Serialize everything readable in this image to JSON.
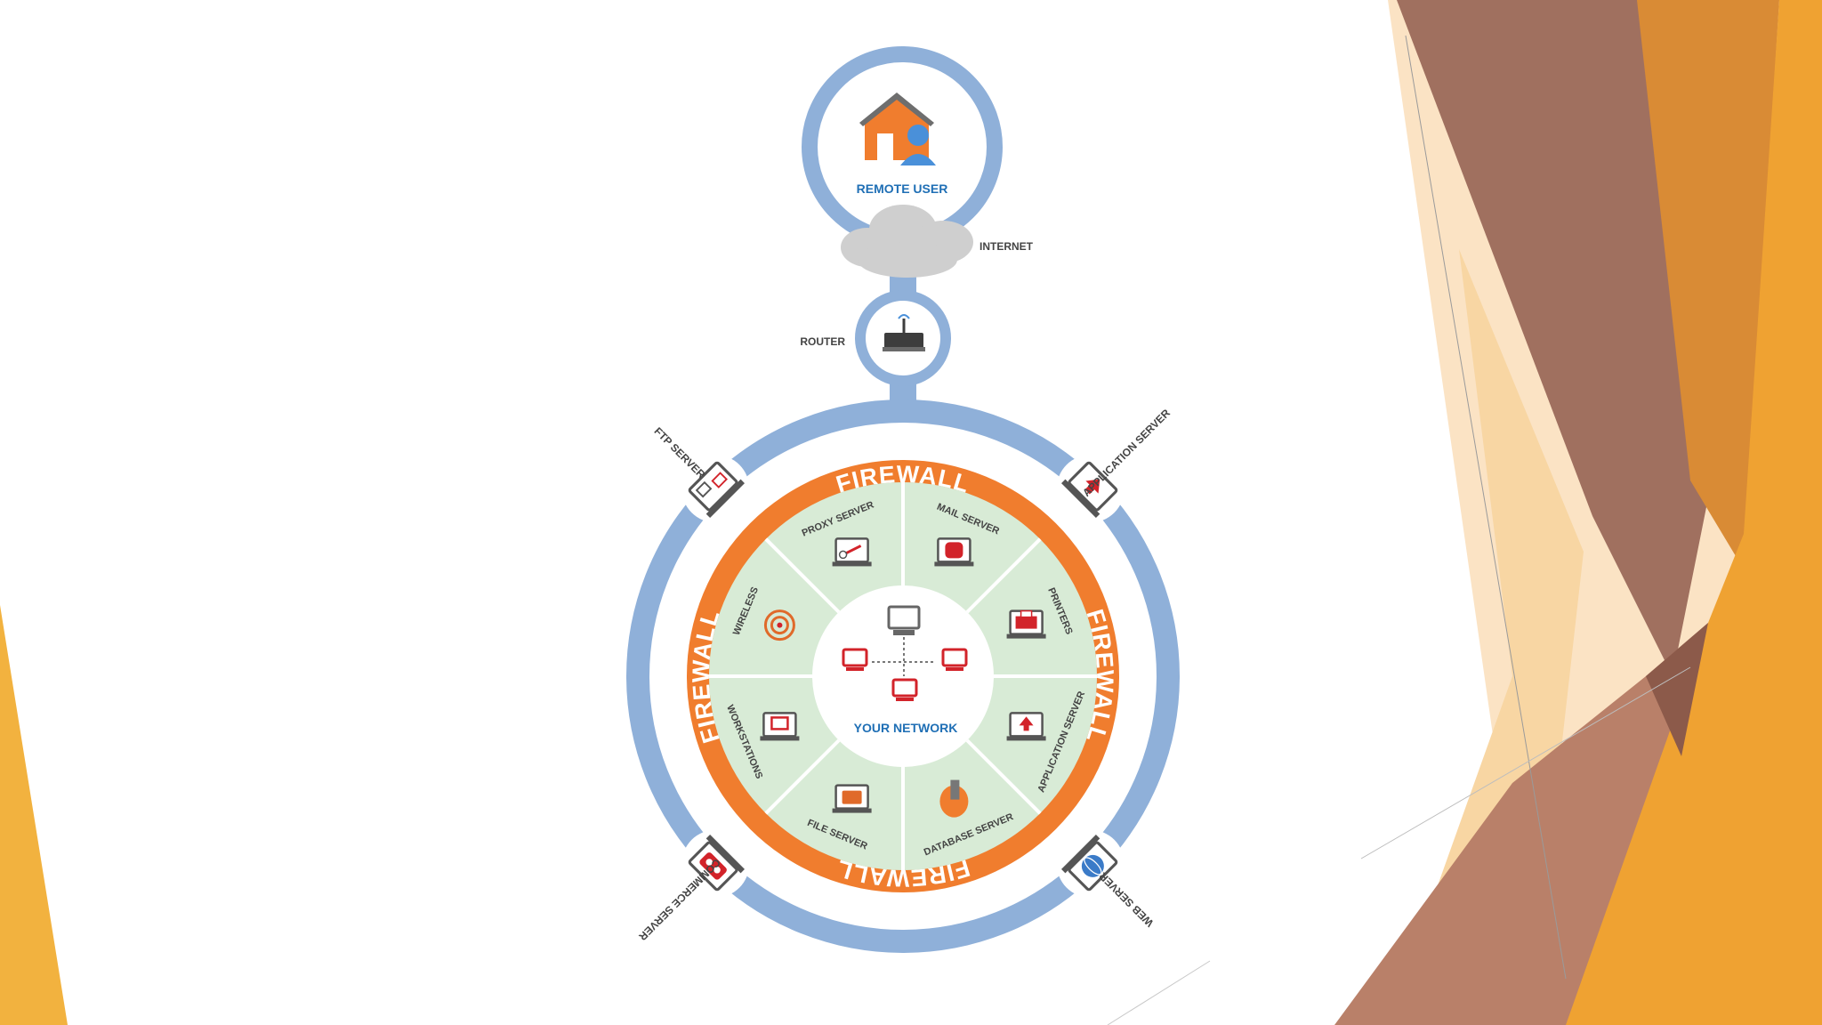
{
  "slide": {
    "colors": {
      "orange": "#F07D2E",
      "ring_blue": "#8FB0D9",
      "green": "#D8EBD6",
      "brand_blue": "#1F6FB5",
      "red": "#D2232A",
      "deco_orange": "#F2B23F",
      "deco_brown": "#A36B5D"
    }
  },
  "diagram": {
    "remote_user": {
      "label": "REMOTE USER",
      "icon": "house-user-icon"
    },
    "internet": {
      "label": "INTERNET",
      "icon": "cloud-icon"
    },
    "router": {
      "label": "ROUTER",
      "icon": "router-icon"
    },
    "firewall_label": "FIREWALL",
    "center": {
      "label": "YOUR NETWORK",
      "icon": "network-topology-icon"
    },
    "segments": [
      {
        "label": "MAIL SERVER",
        "icon": "mailbox-icon"
      },
      {
        "label": "PRINTERS",
        "icon": "printer-icon"
      },
      {
        "label": "APPLICATION SERVER",
        "icon": "application-upload-icon"
      },
      {
        "label": "DATABASE SERVER",
        "icon": "database-icon"
      },
      {
        "label": "FILE SERVER",
        "icon": "briefcase-icon"
      },
      {
        "label": "WORKSTATIONS",
        "icon": "workstation-icon"
      },
      {
        "label": "WIRELESS",
        "icon": "wireless-signal-icon"
      },
      {
        "label": "PROXY SERVER",
        "icon": "proxy-icon"
      }
    ],
    "outer_nodes": [
      {
        "label": "FTP SERVER",
        "icon": "ftp-icon"
      },
      {
        "label": "APPLICATION SERVER",
        "icon": "application-upload-icon"
      },
      {
        "label": "WEB SERVER",
        "icon": "globe-icon"
      },
      {
        "label": "COMMERCE SERVER",
        "icon": "commerce-icon"
      }
    ]
  }
}
